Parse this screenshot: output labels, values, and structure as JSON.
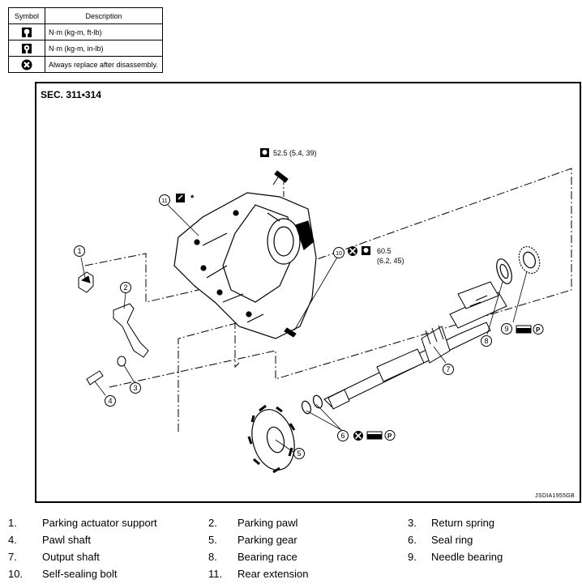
{
  "legend": {
    "header_symbol": "Symbol",
    "header_description": "Description",
    "rows": [
      {
        "icon": "torque-wrench-icon",
        "description": "N·m (kg-m, ft-lb)"
      },
      {
        "icon": "torque-wrench-small-icon",
        "description": "N·m (kg-m, in-lb)"
      },
      {
        "icon": "replace-x-icon",
        "description": "Always replace after disassembly."
      }
    ]
  },
  "figure": {
    "section": "SEC. 311•314",
    "figure_id": "JSDIA1955GB",
    "torque_top": "52.5 (5.4, 39)",
    "torque_bolt_line1": "60.5",
    "torque_bolt_line2": "(6.2, 45)",
    "asterisk": "*",
    "callouts": [
      "1",
      "2",
      "3",
      "4",
      "5",
      "6",
      "7",
      "8",
      "9",
      "10",
      "11"
    ]
  },
  "parts": [
    {
      "num": "1.",
      "name": "Parking actuator support"
    },
    {
      "num": "2.",
      "name": "Parking pawl"
    },
    {
      "num": "3.",
      "name": "Return spring"
    },
    {
      "num": "4.",
      "name": "Pawl shaft"
    },
    {
      "num": "5.",
      "name": "Parking gear"
    },
    {
      "num": "6.",
      "name": "Seal ring"
    },
    {
      "num": "7.",
      "name": "Output shaft"
    },
    {
      "num": "8.",
      "name": "Bearing race"
    },
    {
      "num": "9.",
      "name": "Needle bearing"
    },
    {
      "num": "10.",
      "name": "Self-sealing bolt"
    },
    {
      "num": "11.",
      "name": "Rear extension"
    }
  ]
}
